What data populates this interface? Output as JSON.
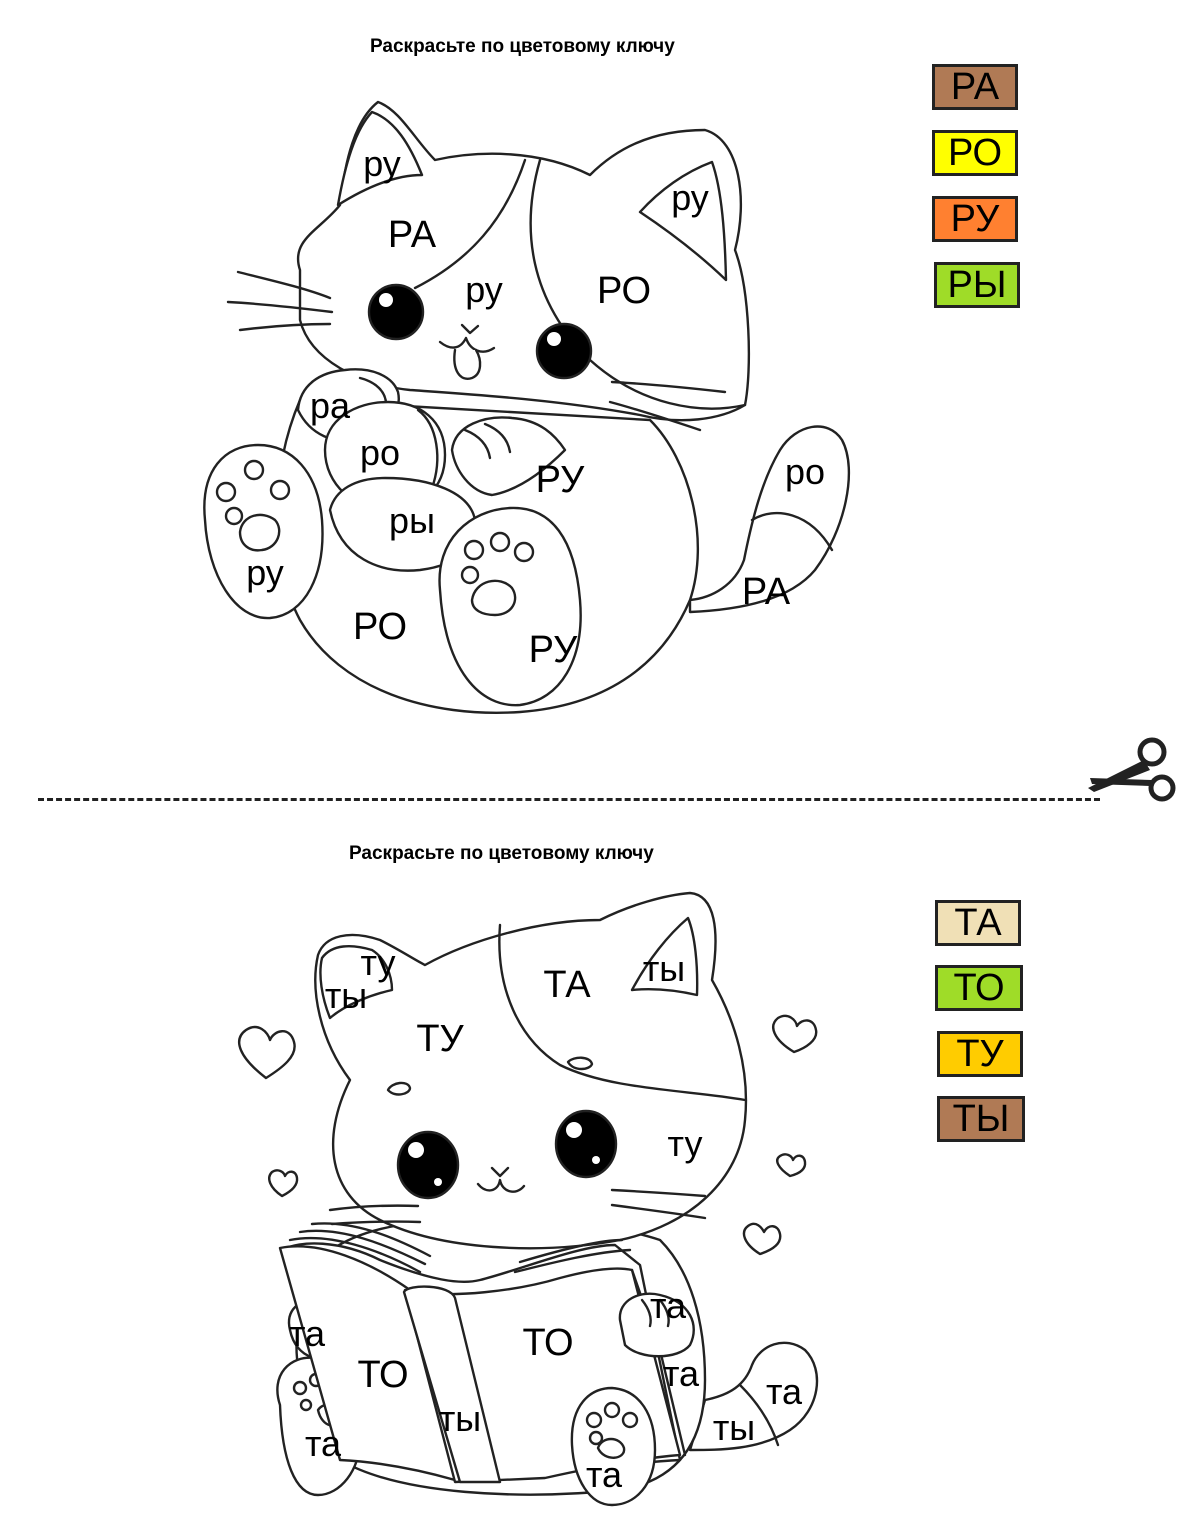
{
  "sheet1": {
    "title": "Раскрасьте по цветовому ключу",
    "key": [
      {
        "label": "РА",
        "color": "#b07a55"
      },
      {
        "label": "РО",
        "color": "#ffff00"
      },
      {
        "label": "РУ",
        "color": "#ff8030"
      },
      {
        "label": "РЫ",
        "color": "#9fdc28"
      }
    ],
    "labels": {
      "ear_left": "ру",
      "head_patch": "РА",
      "face": "ру",
      "head_right": "РО",
      "ear_right": "ру",
      "paw_top": "ра",
      "ball_top": "ро",
      "body_mid": "РУ",
      "ball_bottom": "ры",
      "tail_tip": "ро",
      "paw_left": "ру",
      "body_bottom": "РО",
      "foot": "РУ",
      "tail": "РА"
    }
  },
  "sheet2": {
    "title": "Раскрасьте по цветовому ключу",
    "key": [
      {
        "label": "ТА",
        "color": "#f0e0b6"
      },
      {
        "label": "ТО",
        "color": "#9fdc28"
      },
      {
        "label": "ТУ",
        "color": "#ffcc00"
      },
      {
        "label": "ТЫ",
        "color": "#b07a55"
      }
    ],
    "labels": {
      "ear_left_top": "ту",
      "ear_left_bottom": "ты",
      "head_patch": "ТА",
      "ear_right": "ты",
      "head_left": "ТУ",
      "cheek_right": "ту",
      "book_left": "ТО",
      "book_right": "ТО",
      "arm_left": "та",
      "arm_right": "та",
      "book_spine": "ты",
      "leg_left": "та",
      "book_edge": "та",
      "tail": "та",
      "tail_base": "ты",
      "foot": "та"
    }
  },
  "colors": {
    "line": "#222222",
    "eye": "#000000"
  }
}
